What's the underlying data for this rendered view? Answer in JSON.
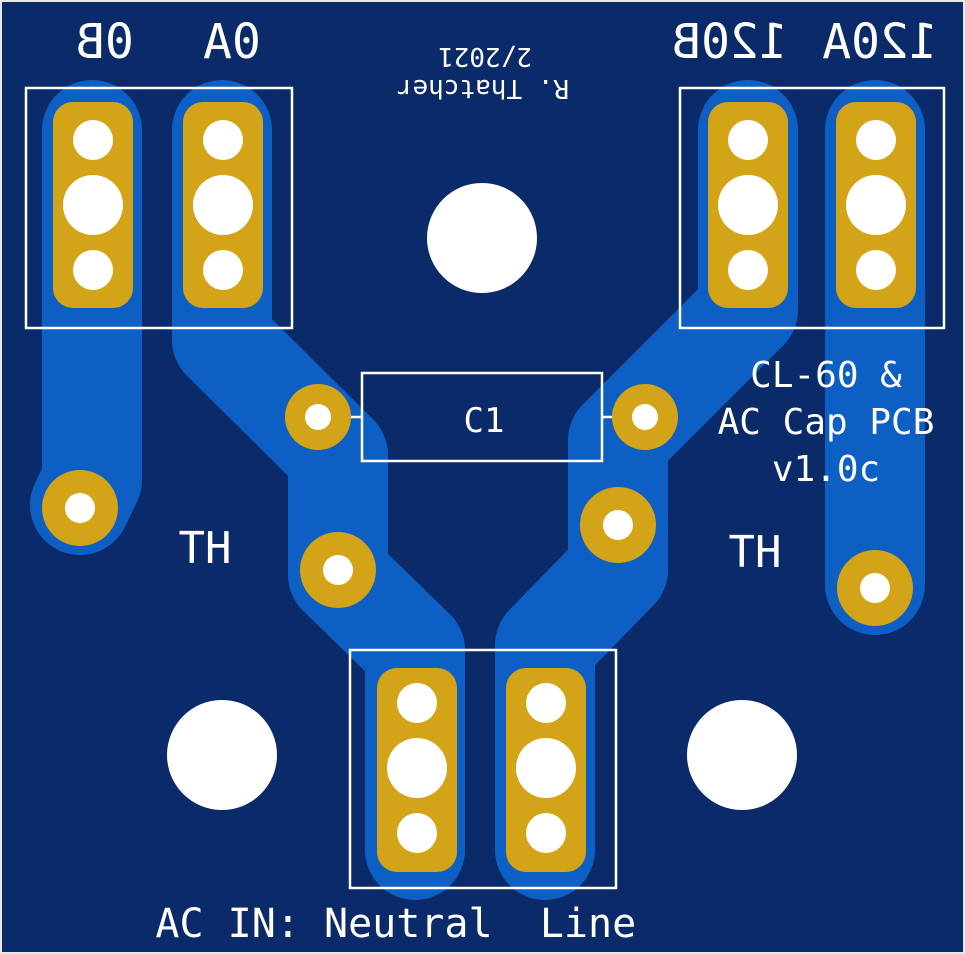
{
  "board": {
    "colors": {
      "substrate": "#0a2a6a",
      "copper": "#0e5fc4",
      "pad": "#d4a418",
      "drill": "#ffffff",
      "silkscreen": "#ffffff",
      "edge": "#e8e8e8"
    }
  },
  "labels": {
    "terminal_0b": "0B",
    "terminal_0a": "0A",
    "terminal_120b": "120B",
    "terminal_120a": "120A",
    "author": "R. Thatcher",
    "date": "2/2021",
    "capacitor": "C1",
    "board_name_line1": "CL-60 &",
    "board_name_line2": "AC Cap PCB",
    "board_version": "v1.0c",
    "thermistor_left": "TH",
    "thermistor_right": "TH",
    "ac_in": "AC IN: Neutral",
    "line": "Line"
  },
  "components": {
    "terminal_blocks": [
      "0B",
      "0A",
      "120B",
      "120A",
      "Neutral",
      "Line"
    ],
    "capacitor": "C1",
    "thermistors": [
      "TH",
      "TH"
    ],
    "mounting_holes": 3
  }
}
